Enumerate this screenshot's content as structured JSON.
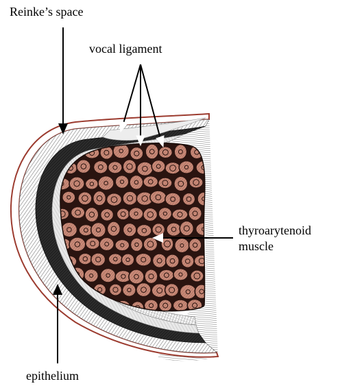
{
  "labels": {
    "reinkes_space": "Reinke’s space",
    "vocal_ligament": "vocal ligament",
    "thyroarytenoid_line1": "thyroarytenoid",
    "thyroarytenoid_line2": "muscle",
    "epithelium": "epithelium"
  },
  "colors": {
    "epithelium_edge": "#9c3b2f",
    "muscle_fiber": "#c88a78",
    "muscle_outline": "#2a1410",
    "dark_band": "#1e1e1e",
    "hatch": "#444444",
    "ligament_light": "#e8e8e8",
    "background": "#ffffff"
  }
}
